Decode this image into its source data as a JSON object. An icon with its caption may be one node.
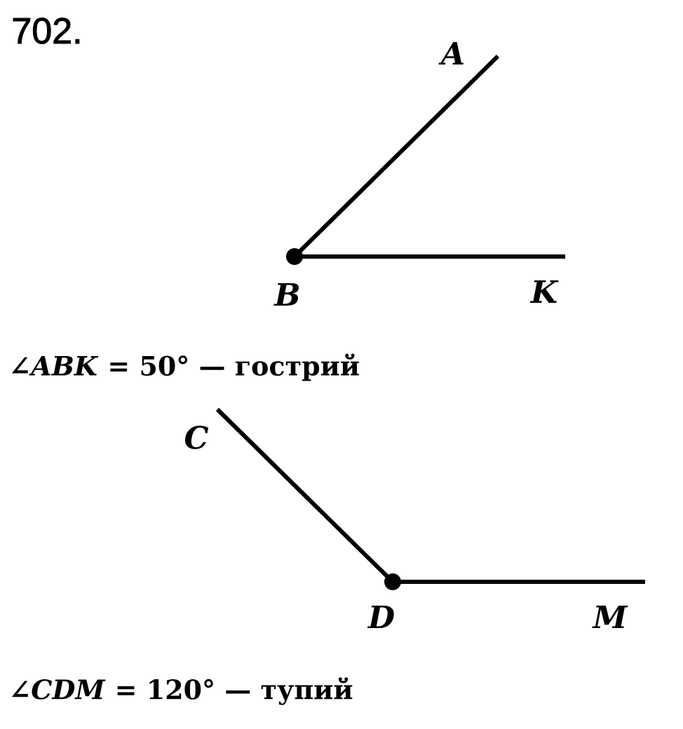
{
  "diagram": {
    "labels": [
      "702.",
      "A",
      "B",
      "K",
      "∠*ABK* = 50° — гострий",
      "C",
      "D",
      "M",
      "∠*CDM* = 120° — тупий"
    ]
  }
}
